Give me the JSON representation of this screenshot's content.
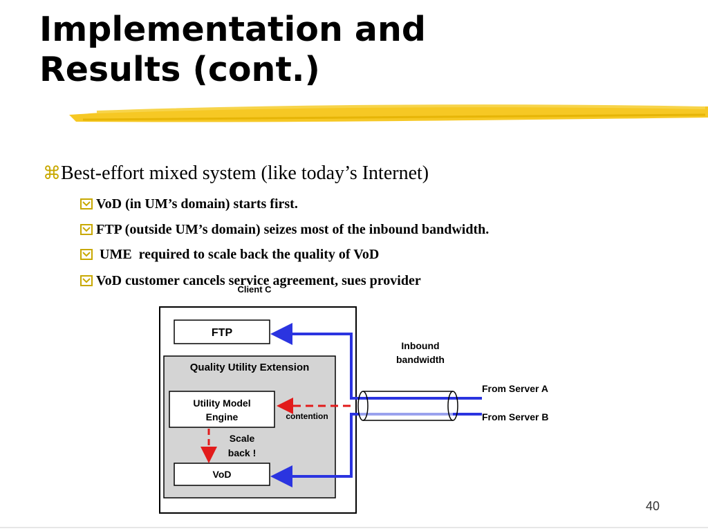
{
  "slide": {
    "title_line1": "Implementation and",
    "title_line2": "Results (cont.)",
    "page_number": "40",
    "accent_color": "#f2c200",
    "brush_color": "#f5c518"
  },
  "bullets": {
    "level1": "Best-effort mixed system (like today’s Internet)",
    "level2": [
      "VoD (in  UM’s domain) starts first.",
      "FTP (outside  UM’s domain) seizes most of the inbound bandwidth.",
      " UME  required to scale back the quality of VoD",
      "VoD customer cancels service agreement, sues provider"
    ]
  },
  "diagram": {
    "client_label": "Client C",
    "ftp_label": "FTP",
    "quality_utility_label": "Quality Utility Extension",
    "ume_line1": "Utility Model",
    "ume_line2": "Engine",
    "contention_label": "contention",
    "scale_back_line1": "Scale",
    "scale_back_line2": "back !",
    "vod_label": "VoD",
    "inbound_line1": "Inbound",
    "inbound_line2": "bandwidth",
    "server_a_label": "From Server A",
    "server_b_label": "From Server B",
    "line_color": "#2b34e0",
    "light_line_color": "#9aa2ee",
    "arrow_red": "#e21b1b",
    "panel_gray": "#d4d4d4"
  }
}
